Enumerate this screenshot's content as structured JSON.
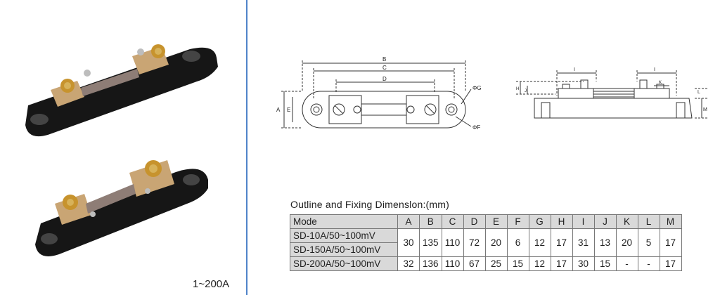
{
  "range_label": "1~200A",
  "caption": "Outline and Fixing Dimenslon:(mm)",
  "top_view_labels": {
    "A": "A",
    "B": "B",
    "C": "C",
    "D": "D",
    "E": "E",
    "G": "ΦG",
    "F": "ΦF"
  },
  "side_view_labels": {
    "I1": "I",
    "I2": "I",
    "K": "K",
    "L": "L",
    "M": "M",
    "H": "H",
    "J": "J"
  },
  "table": {
    "headers": [
      "Mode",
      "A",
      "B",
      "C",
      "D",
      "E",
      "F",
      "G",
      "H",
      "I",
      "J",
      "K",
      "L",
      "M"
    ],
    "rows": [
      {
        "mode": "SD-10A/50~100mV"
      },
      {
        "mode": "SD-150A/50~100mV"
      },
      {
        "mode": "SD-200A/50~100mV",
        "values": [
          "32",
          "136",
          "110",
          "67",
          "25",
          "15",
          "12",
          "17",
          "30",
          "15",
          "-",
          "-",
          "17"
        ]
      }
    ],
    "merged_values": [
      "30",
      "135",
      "110",
      "72",
      "20",
      "6",
      "12",
      "17",
      "31",
      "13",
      "20",
      "5",
      "17"
    ]
  }
}
